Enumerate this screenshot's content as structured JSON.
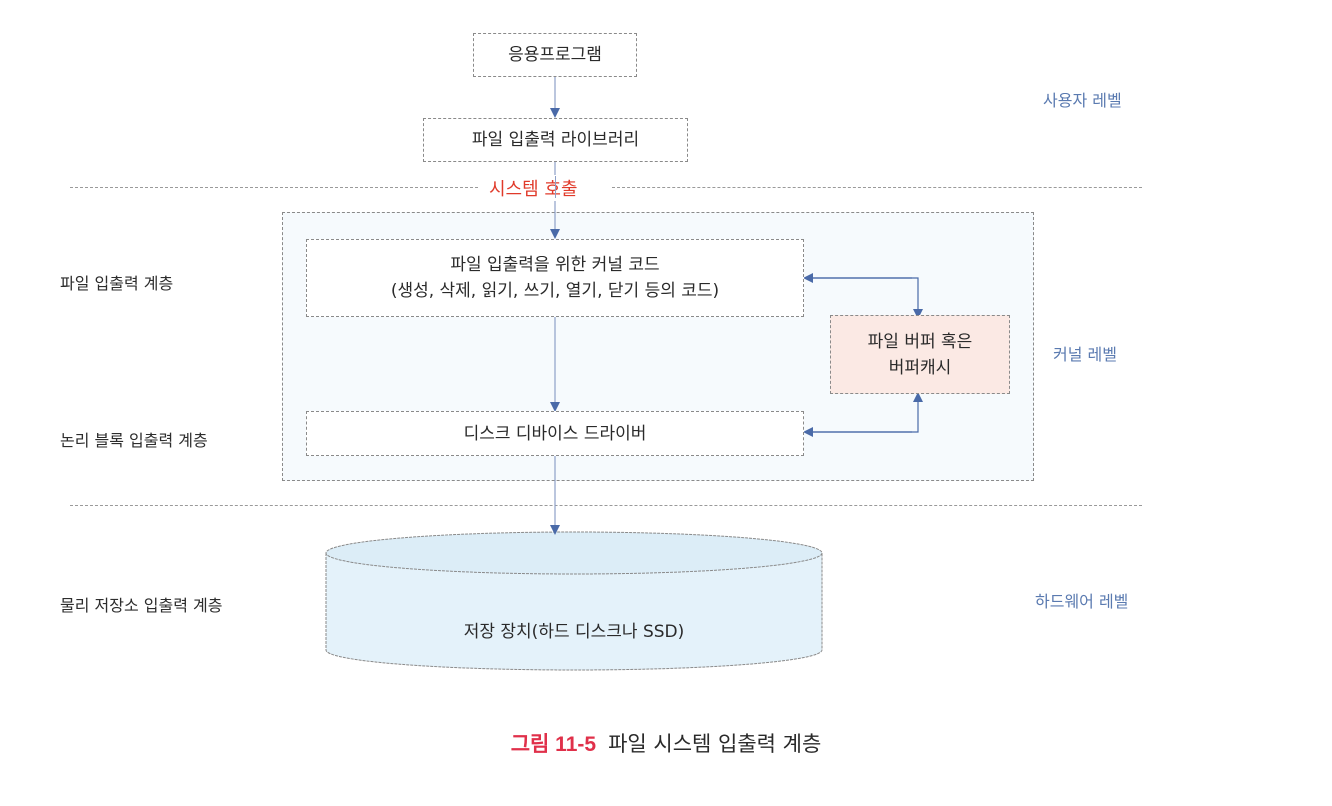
{
  "boxes": {
    "application": "응용프로그램",
    "io_library": "파일 입출력 라이브러리",
    "kernel_code_line1": "파일 입출력을 위한 커널 코드",
    "kernel_code_line2": "(생성, 삭제, 읽기, 쓰기, 열기, 닫기 등의 코드)",
    "buffer_line1": "파일 버퍼 혹은",
    "buffer_line2": "버퍼캐시",
    "disk_driver": "디스크 디바이스 드라이버",
    "storage": "저장 장치(하드 디스크나 SSD)"
  },
  "system_call": "시스템 호출",
  "layers": {
    "file_io": "파일 입출력 계층",
    "logical_block_io": "논리 블록 입출력 계층",
    "physical_storage_io": "물리 저장소 입출력 계층"
  },
  "levels": {
    "user": "사용자 레벨",
    "kernel": "커널 레벨",
    "hardware": "하드웨어 레벨"
  },
  "caption": {
    "figure_number": "그림 11-5",
    "title": "파일 시스템 입출력 계층"
  },
  "colors": {
    "arrow": "#4a6aa8",
    "system_call": "#e03a2a",
    "level_text": "#5a7ab0",
    "figure_number": "#e0304a",
    "kernel_bg": "#f6fafd",
    "buffer_bg": "#fbe9e4",
    "storage_bg": "#e4f2fa"
  }
}
